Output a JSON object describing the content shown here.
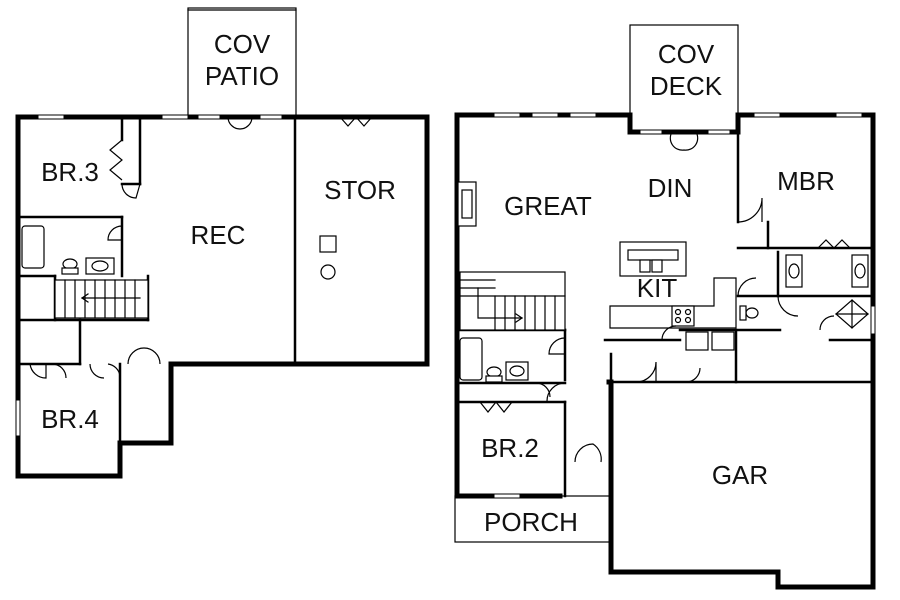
{
  "plans": {
    "lower": {
      "rooms": {
        "cov_patio_line1": "COV",
        "cov_patio_line2": "PATIO",
        "br3": "BR.3",
        "rec": "REC",
        "stor": "STOR",
        "br4": "BR.4"
      }
    },
    "main": {
      "rooms": {
        "cov_deck_line1": "COV",
        "cov_deck_line2": "DECK",
        "great": "GREAT",
        "din": "DIN",
        "mbr": "MBR",
        "kit": "KIT",
        "br2": "BR.2",
        "porch": "PORCH",
        "gar": "GAR"
      }
    }
  },
  "colors": {
    "wall": "#000000",
    "background": "#ffffff",
    "text": "#111111"
  }
}
